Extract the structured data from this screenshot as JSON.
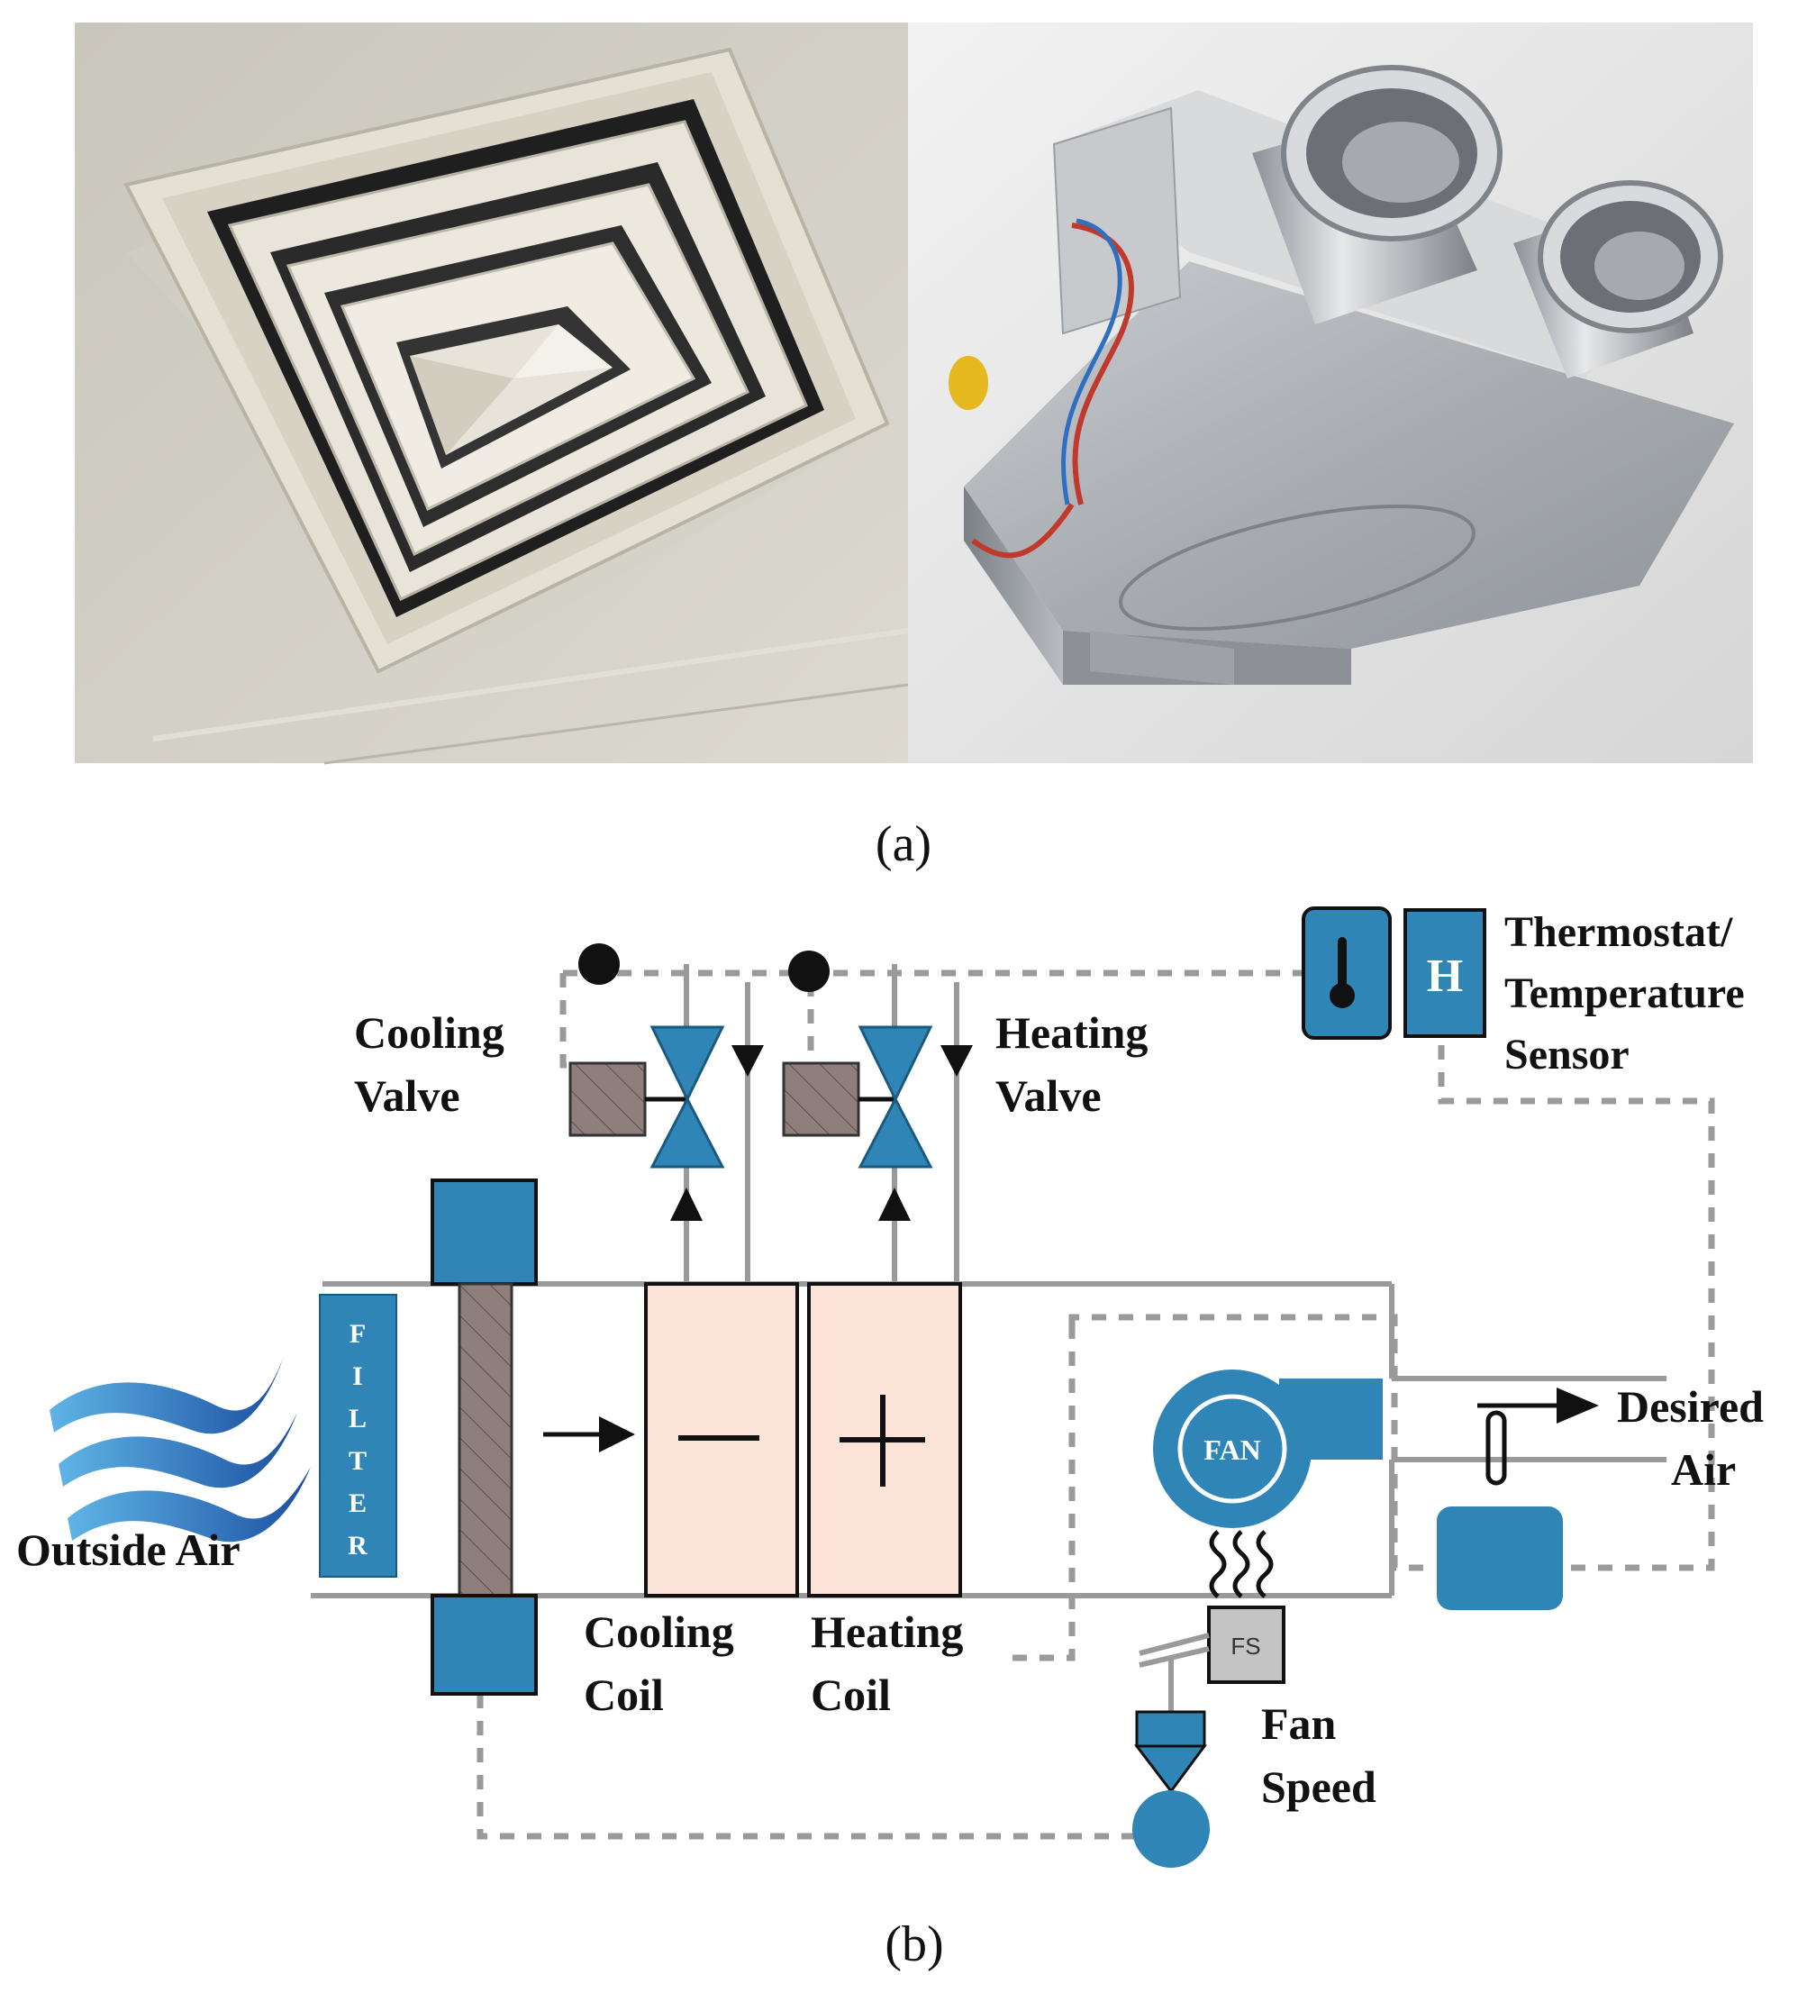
{
  "figure": {
    "panel_a": {
      "caption": "(a)"
    },
    "panel_b": {
      "caption": "(b)",
      "labels": {
        "outside_air": "Outside Air",
        "filter": [
          "F",
          "I",
          "L",
          "T",
          "E",
          "R"
        ],
        "cooling_valve": [
          "Cooling",
          "Valve"
        ],
        "heating_valve": [
          "Heating",
          "Valve"
        ],
        "cooling_coil": [
          "Cooling",
          "Coil"
        ],
        "heating_coil": [
          "Heating",
          "Coil"
        ],
        "thermostat": [
          "Thermostat/",
          "Temperature",
          "Sensor"
        ],
        "humidity_symbol": "H",
        "fan": "FAN",
        "fan_speed_box": "FS",
        "fan_speed": [
          "Fan",
          "Speed"
        ],
        "desired_air": [
          "Desired",
          "Air"
        ],
        "cooling_coil_sign": "—",
        "heating_coil_sign": "+"
      }
    }
  },
  "colors": {
    "equipment_blue": "#2f86b6",
    "coil_fill": "#fbe3d8",
    "damper_brown": "#8e7f7c",
    "duct_gray": "#9a9a9a",
    "control_dash": "#9a9a9a"
  }
}
